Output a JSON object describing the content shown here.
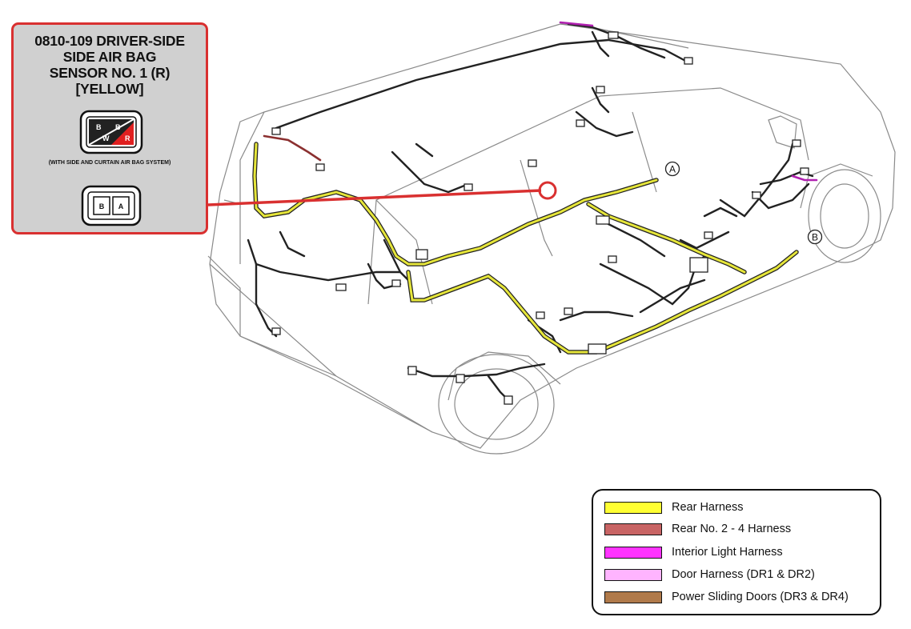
{
  "callout": {
    "title_lines": [
      "0810-109 DRIVER-SIDE",
      "SIDE AIR BAG",
      "SENSOR NO. 1 (R)",
      "[YELLOW]"
    ],
    "note": "(WITH SIDE AND CURTAIN AIR BAG SYSTEM)",
    "connector1_pins": [
      "B",
      "W",
      "B",
      "R"
    ],
    "connector2_pins": [
      "B",
      "A"
    ]
  },
  "markers": {
    "a": "A",
    "b": "B"
  },
  "legend": {
    "items": [
      {
        "label": "Rear Harness",
        "color": "#ffff33"
      },
      {
        "label": "Rear No. 2 - 4 Harness",
        "color": "#c86464"
      },
      {
        "label": "Interior Light Harness",
        "color": "#ff33ff"
      },
      {
        "label": "Door Harness (DR1 & DR2)",
        "color": "#ffb4ff"
      },
      {
        "label": "Power Sliding Doors (DR3 & DR4)",
        "color": "#b07a4a"
      }
    ]
  },
  "colors": {
    "callout_border": "#d93030",
    "callout_bg": "#d0d0d0",
    "wire_dark": "#222222",
    "wire_yellow": "#e6e63a"
  }
}
